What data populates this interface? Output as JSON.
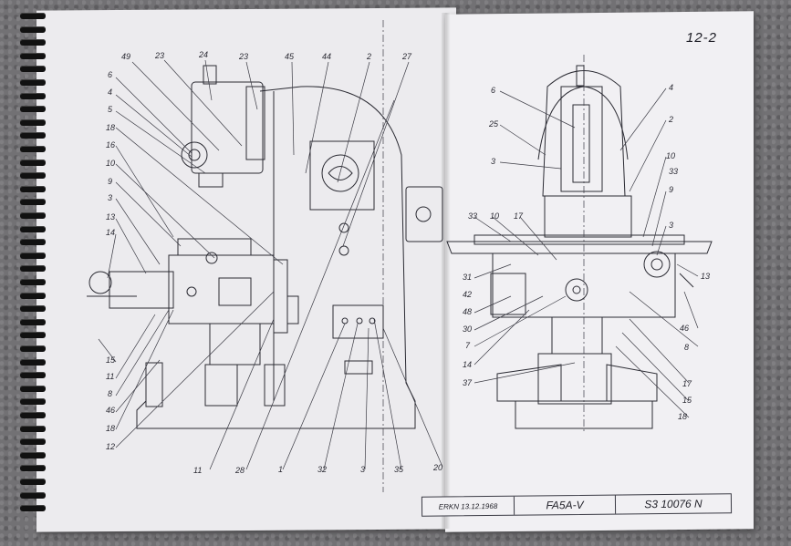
{
  "page_number": "12-2",
  "title_block": {
    "date": "ERKN 13.12.1968",
    "model": "FA5A-V",
    "doc_number": "S3  10076 N"
  },
  "left_view_labels": [
    "49",
    "23",
    "24",
    "23",
    "45",
    "44",
    "2",
    "27",
    "6",
    "4",
    "5",
    "18",
    "16",
    "10",
    "9",
    "3",
    "13",
    "14",
    "15",
    "11",
    "8",
    "46",
    "18",
    "12",
    "11",
    "28",
    "1",
    "32",
    "3",
    "35",
    "20"
  ],
  "right_view_labels": [
    "6",
    "4",
    "25",
    "2",
    "3",
    "10",
    "33",
    "9",
    "33",
    "10",
    "17",
    "3",
    "31",
    "42",
    "13",
    "48",
    "30",
    "46",
    "7",
    "8",
    "14",
    "17",
    "37",
    "15",
    "18"
  ]
}
